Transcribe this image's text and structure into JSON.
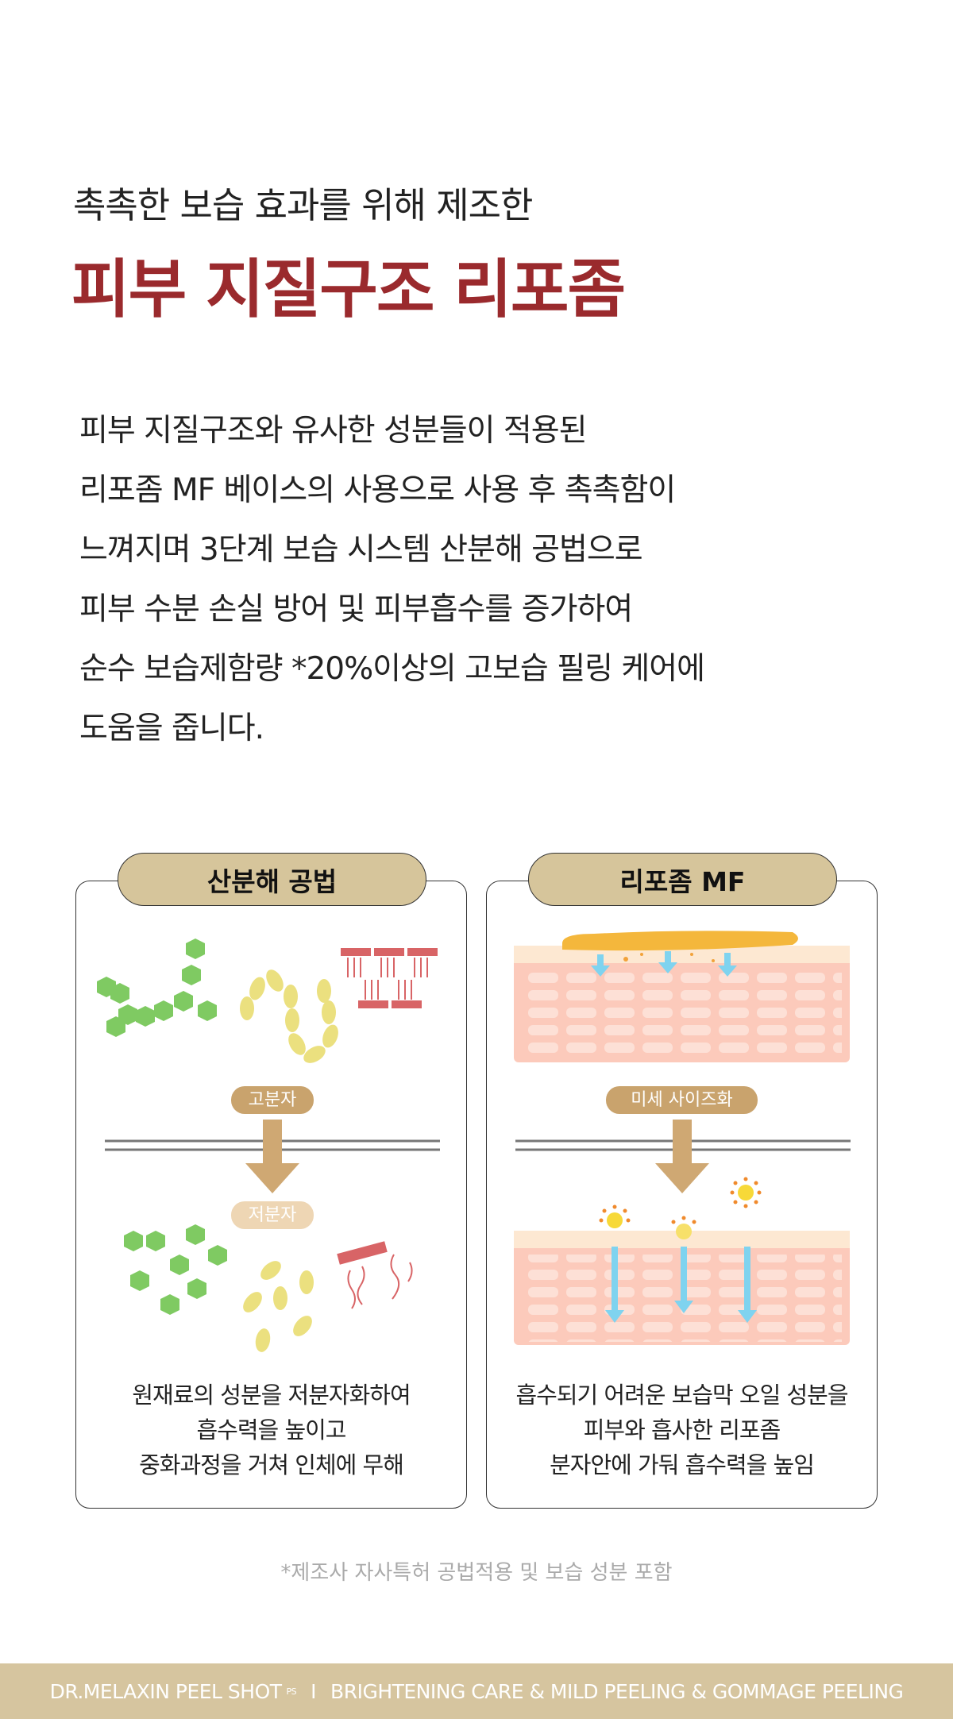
{
  "header": {
    "subtitle": "촉촉한 보습 효과를 위해 제조한",
    "title": "피부 지질구조 리포좀"
  },
  "body_lines": [
    "피부 지질구조와 유사한 성분들이 적용된",
    "리포좀 MF 베이스의 사용으로 사용 후 촉촉함이",
    "느껴지며 3단계 보습 시스템 산분해 공법으로",
    "피부 수분 손실 방어 및 피부흡수를 증가하여",
    "순수 보습제함량 *20%이상의 고보습 필링 케어에",
    "도움을 줍니다."
  ],
  "panels": [
    {
      "title": "산분해 공법",
      "tag_top": "고분자",
      "tag_bottom": "저분자",
      "caption": [
        "원재료의 성분을 저분자화하여",
        "흡수력을 높이고",
        "중화과정을 거쳐 인체에 무해"
      ]
    },
    {
      "title": "리포좀 MF",
      "tag_top": "미세 사이즈화",
      "caption": [
        "흡수되기 어려운 보습막 오일 성분을",
        "피부와 흡사한 리포좀",
        "분자안에 가둬 흡수력을 높임"
      ]
    }
  ],
  "footnote": "*제조사 자사특허 공법적용 및 보습 성분 포함",
  "footer": {
    "brand": "DR.MELAXIN PEEL SHOT",
    "brand_sup": "PS",
    "separator": "I",
    "tagline": "BRIGHTENING CARE & MILD PEELING & GOMMAGE PEELING"
  },
  "colors": {
    "accent": "#9a2a2d",
    "beige": "#d6c59f",
    "tag": "#c9a36d"
  }
}
